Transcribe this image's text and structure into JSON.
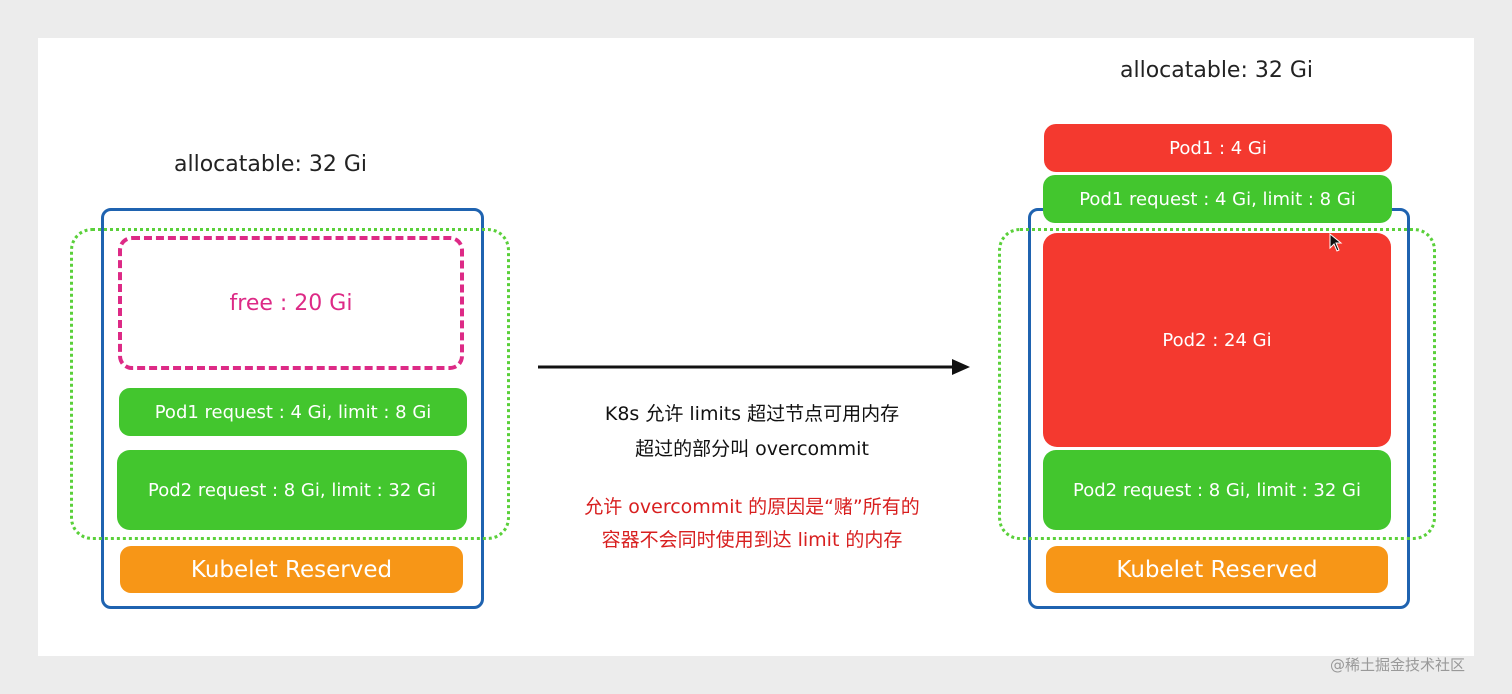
{
  "left": {
    "title": "allocatable: 32 Gi",
    "free_label": "free : 20 Gi",
    "pod1_label": "Pod1 request : 4 Gi, limit : 8 Gi",
    "pod2_label": "Pod2 request : 8 Gi, limit : 32 Gi",
    "kubelet_label": "Kubelet Reserved"
  },
  "middle": {
    "line1": "K8s 允许 limits 超过节点可用内存",
    "line2": "超过的部分叫 overcommit",
    "red_line1": "允许 overcommit 的原因是“赌”所有的",
    "red_line2": "容器不会同时使用到达 limit 的内存"
  },
  "right": {
    "title": "allocatable: 32 Gi",
    "pod1_usage_label": "Pod1 : 4 Gi",
    "pod1_label": "Pod1 request : 4 Gi, limit : 8 Gi",
    "pod2_usage_label": "Pod2 : 24 Gi",
    "pod2_label": "Pod2 request : 8 Gi, limit : 32 Gi",
    "kubelet_label": "Kubelet Reserved"
  },
  "watermark": "@稀土掘金技术社区",
  "colors": {
    "node_border": "#1f63b0",
    "allocatable_dotted": "#5ad03a",
    "request_green": "#43c62e",
    "usage_red": "#f4392f",
    "reserved_orange": "#f79617",
    "free_magenta": "#dd2a86",
    "note_red": "#d81f1f"
  }
}
